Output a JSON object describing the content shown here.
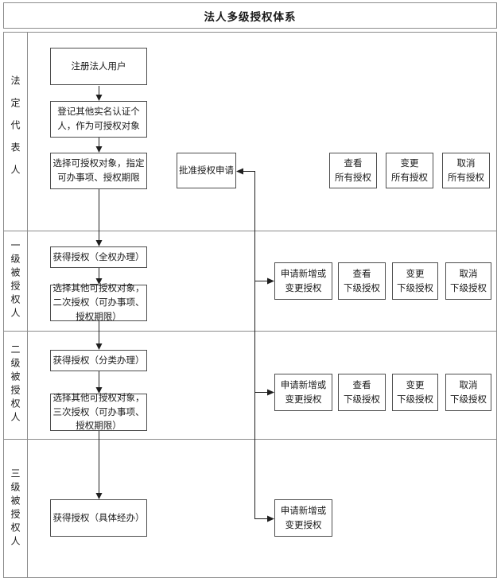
{
  "title": "法人多级授权体系",
  "colors": {
    "line": "#1f1f1f",
    "grid_border": "#8c8c8c",
    "box_border": "#4d4d4d",
    "background": "#ffffff"
  },
  "lanes": [
    {
      "label": "法定代表人",
      "flow": [
        "注册法人用户",
        "登记其他实名认证个\n人，作为可授权对象",
        "选择可授权对象，指定\n可办事项、授权期限"
      ],
      "approve": "批准授权申请",
      "actions": [
        "查看\n所有授权",
        "变更\n所有授权",
        "取消\n所有授权"
      ]
    },
    {
      "label": "一级被授权人",
      "flow": [
        "获得授权（全权办理）",
        "选择其他可授权对象，\n二次授权（可办事项、\n授权期限）"
      ],
      "actions": [
        "申请新增或\n变更授权",
        "查看\n下级授权",
        "变更\n下级授权",
        "取消\n下级授权"
      ]
    },
    {
      "label": "二级被授权人",
      "flow": [
        "获得授权（分类办理）",
        "选择其他可授权对象，\n三次授权（可办事项、\n授权期限）"
      ],
      "actions": [
        "申请新增或\n变更授权",
        "查看\n下级授权",
        "变更\n下级授权",
        "取消\n下级授权"
      ]
    },
    {
      "label": "三级被授权人",
      "flow": [
        "获得授权（具体经办）"
      ],
      "actions": [
        "申请新增或\n变更授权"
      ]
    }
  ]
}
